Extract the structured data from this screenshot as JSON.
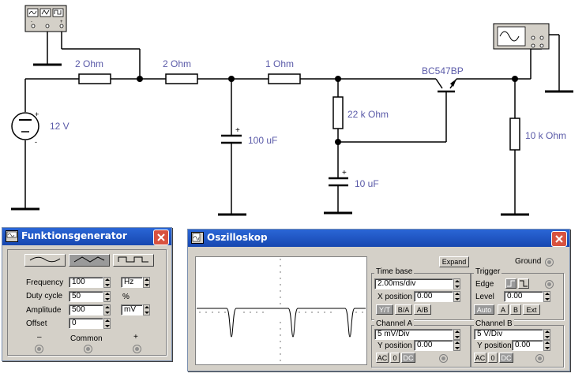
{
  "circuit": {
    "resistor_1": "2  Ohm",
    "resistor_2": "2  Ohm",
    "resistor_3": "1  Ohm",
    "resistor_base": "22 k Ohm",
    "resistor_load": "10 k Ohm",
    "source_voltage": "12 V",
    "capacitor_1": "100 uF",
    "capacitor_2": "10 uF",
    "transistor": "BC547BP",
    "colors": {
      "wire": "#000000",
      "label": "#5a5aa8"
    }
  },
  "funcgen": {
    "title": "Funktionsgenerator",
    "waveforms": [
      "sine-wave-icon",
      "triangle-wave-icon",
      "square-wave-icon"
    ],
    "frequency_label": "Frequency",
    "frequency_value": "100",
    "frequency_unit": "Hz",
    "duty_label": "Duty cycle",
    "duty_value": "50",
    "duty_unit": "%",
    "amplitude_label": "Amplitude",
    "amplitude_value": "500",
    "amplitude_unit": "mV",
    "offset_label": "Offset",
    "offset_value": "0",
    "minus_label": "–",
    "common_label": "Common",
    "plus_label": "+"
  },
  "scope": {
    "title": "Oszilloskop",
    "expand": "Expand",
    "ground": "Ground",
    "timebase_title": "Time base",
    "timebase_value": "2.00ms/div",
    "xpos_label": "X position",
    "xpos_value": "0.00",
    "mode_yt": "Y/T",
    "mode_ba": "B/A",
    "mode_ab": "A/B",
    "trigger_title": "Trigger",
    "edge_label": "Edge",
    "level_label": "Level",
    "level_value": "0.00",
    "trig_auto": "Auto",
    "trig_a": "A",
    "trig_b": "B",
    "trig_ext": "Ext",
    "chan_a_title": "Channel A",
    "chan_a_value": "5 mV/Div",
    "chan_a_ypos_label": "Y position",
    "chan_a_ypos_value": "0.00",
    "chan_b_title": "Channel B",
    "chan_b_value": "5  V/Div",
    "chan_b_ypos_label": "Y position",
    "chan_b_ypos_value": "0.00",
    "coupling_ac": "AC",
    "coupling_0": "0",
    "coupling_dc": "DC"
  }
}
